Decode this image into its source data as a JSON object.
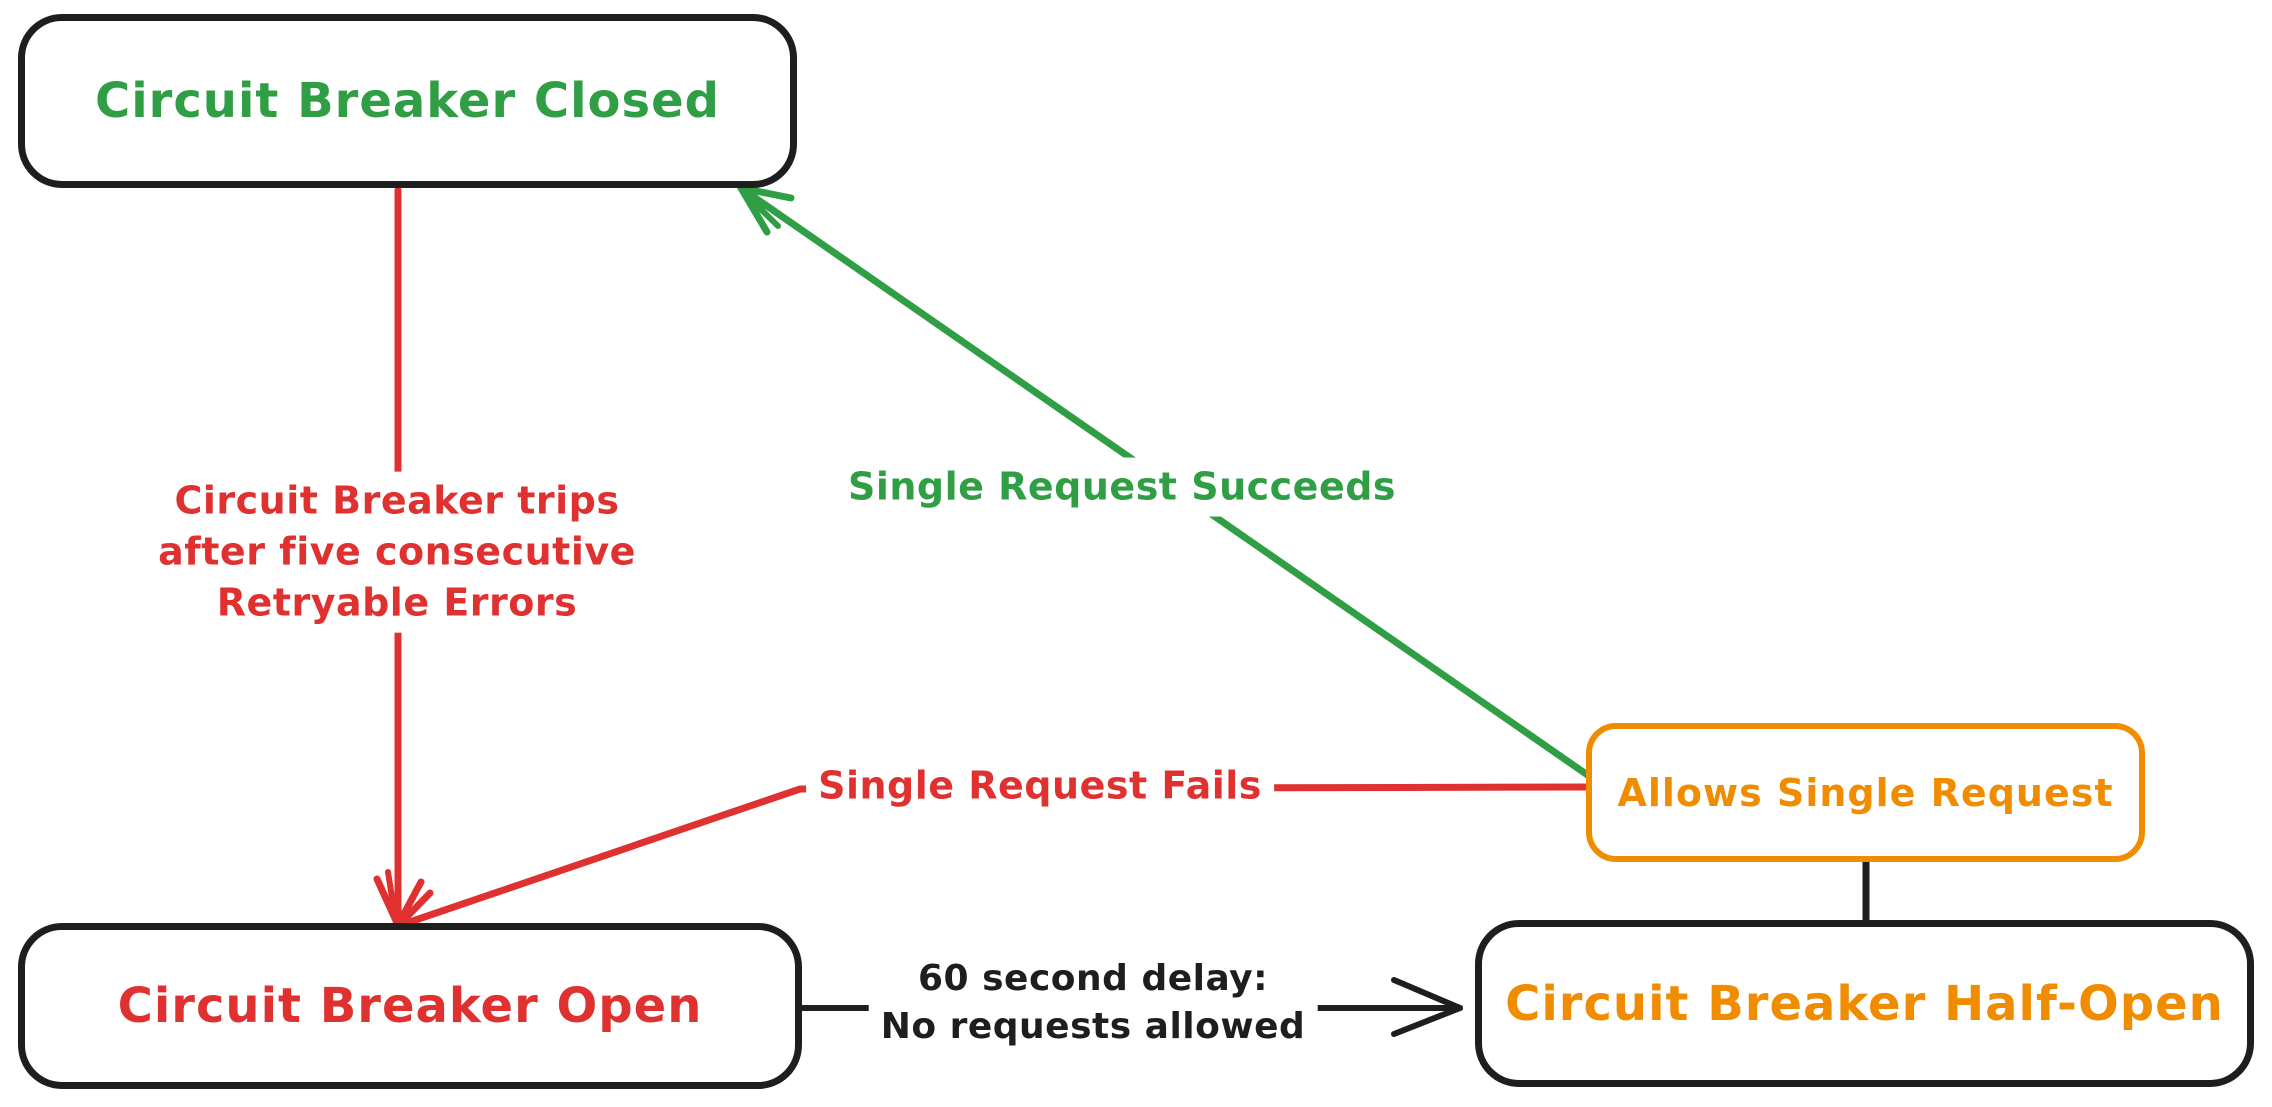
{
  "colors": {
    "background": "#ffffff",
    "ink": "#1e1e1e",
    "red": "#e03131",
    "green": "#2f9e44",
    "orange": "#f08c00"
  },
  "nodes": {
    "closed": {
      "label": "Circuit Breaker Closed",
      "text_color": "#2f9e44"
    },
    "open": {
      "label": "Circuit Breaker Open",
      "text_color": "#e03131"
    },
    "half_open": {
      "label": "Circuit Breaker Half-Open",
      "text_color": "#f08c00"
    },
    "allow_single": {
      "label": "Allows Single Request",
      "text_color": "#f08c00"
    }
  },
  "edges": {
    "trip": {
      "from": "closed",
      "to": "open",
      "color": "#e03131",
      "lines": [
        "Circuit Breaker trips",
        "after five consecutive",
        "Retryable Errors"
      ]
    },
    "succeeds": {
      "from": "allow_single",
      "to": "closed",
      "color": "#2f9e44",
      "label": "Single Request Succeeds"
    },
    "fails": {
      "from": "allow_single",
      "to": "open",
      "color": "#e03131",
      "label": "Single Request Fails"
    },
    "delay": {
      "from": "open",
      "to": "half_open",
      "color": "#1e1e1e",
      "lines": [
        "60 second delay:",
        "No requests allowed"
      ]
    },
    "half_open_to_allow": {
      "from": "half_open",
      "to": "allow_single",
      "color": "#1e1e1e"
    }
  }
}
